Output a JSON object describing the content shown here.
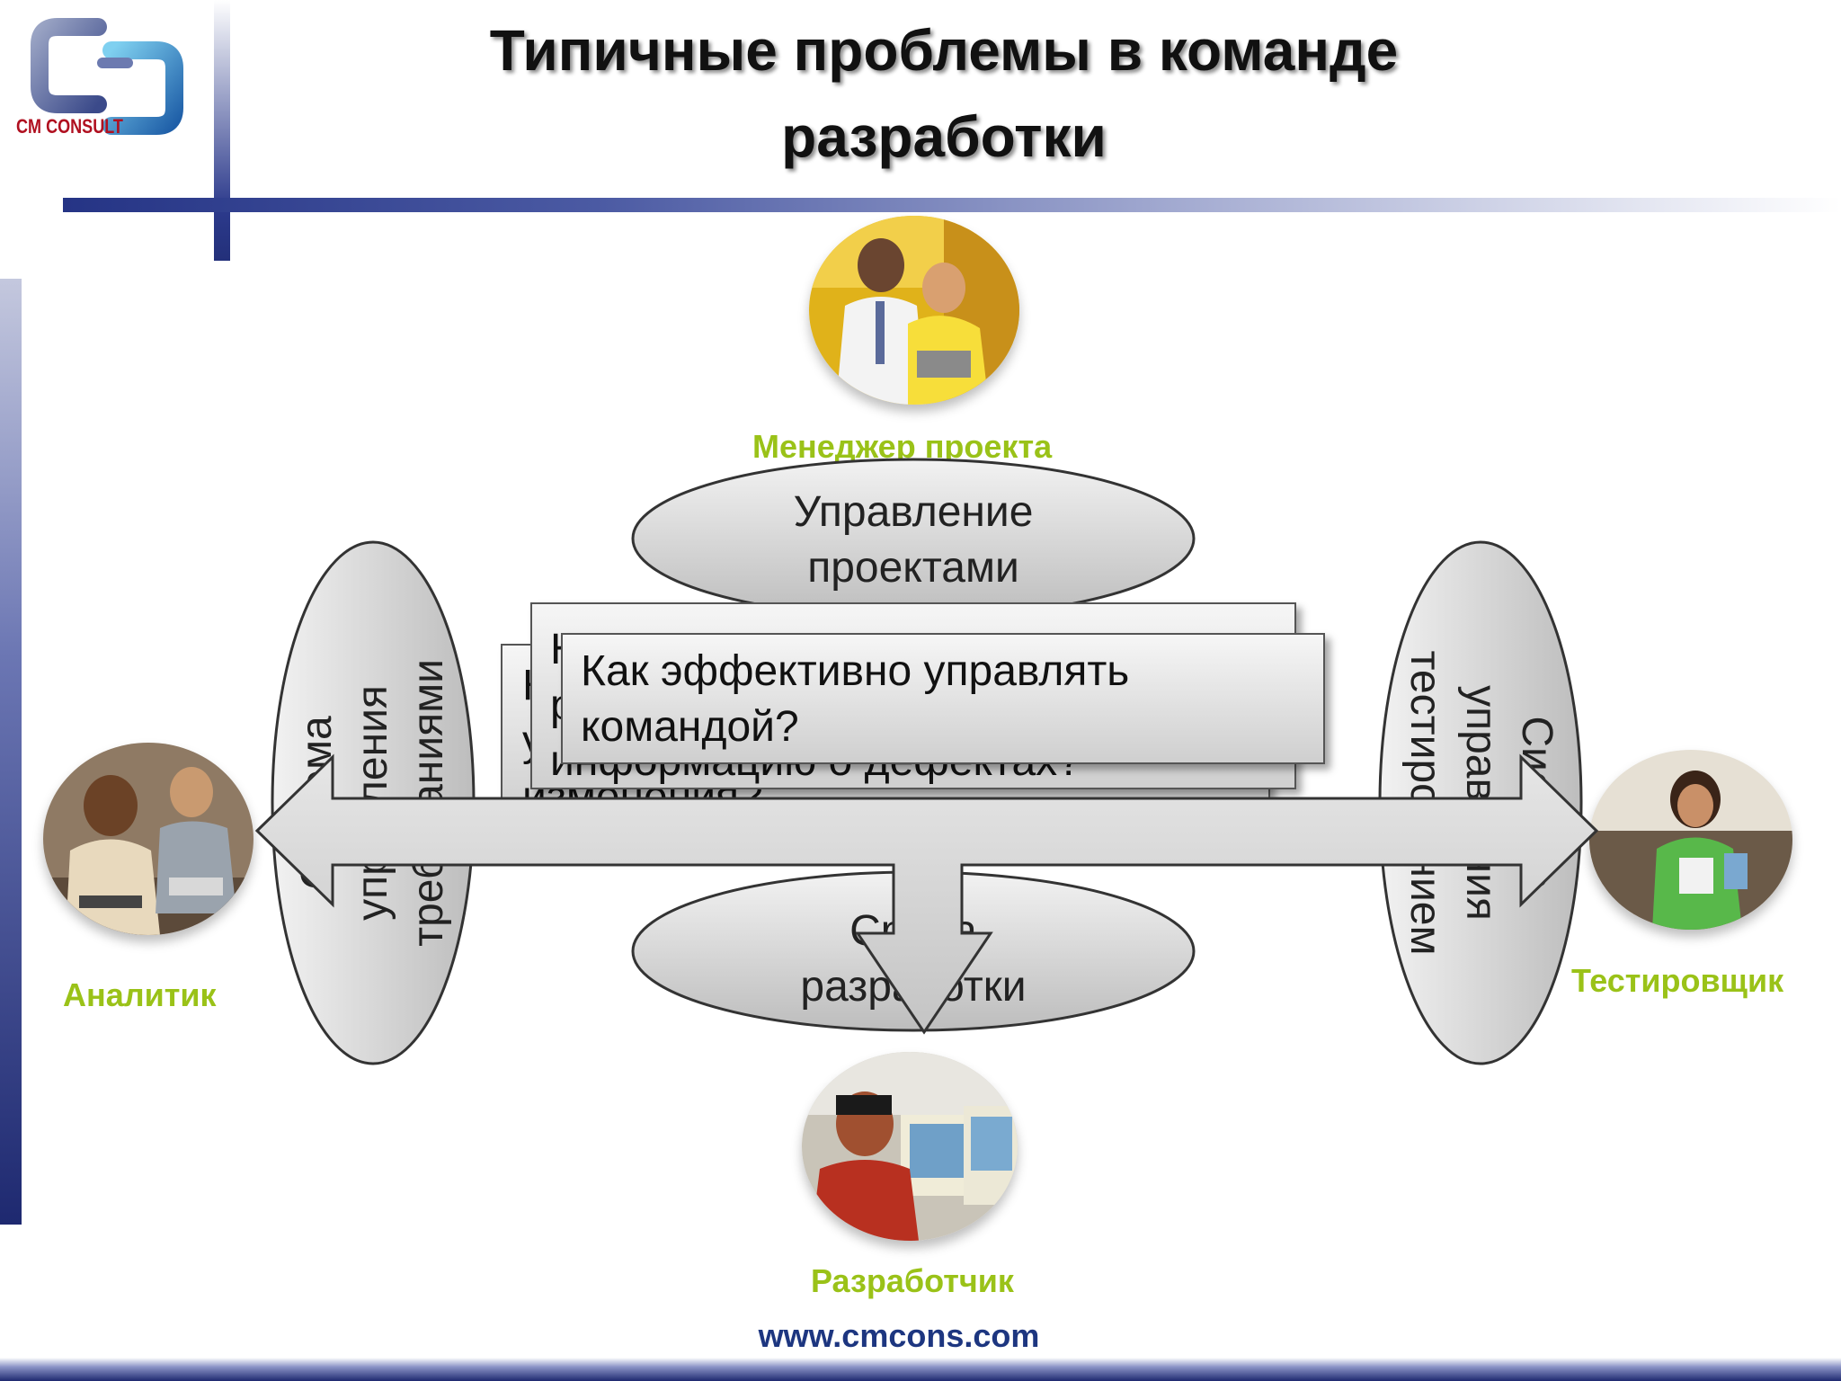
{
  "header": {
    "title_line1": "Типичные проблемы в команде",
    "title_line2": "разработки",
    "logo_text": "CM CONSULT"
  },
  "roles": {
    "manager": "Менеджер проекта",
    "analyst": "Аналитик",
    "tester": "Тестировщик",
    "developer": "Разработчик"
  },
  "ellipses": {
    "top_line1": "Управление",
    "top_line2": "проектами",
    "bottom_line1": "Среда",
    "bottom_line2": "разработки",
    "left_line1": "Система",
    "left_line2": "управления",
    "left_line3": "требованиями",
    "right_line1": "Система",
    "right_line2": "управления",
    "right_line3": "тестированием"
  },
  "questions": {
    "front_line1": "Как эффективно управлять",
    "front_line2": "командой?",
    "middle_line1": "Н",
    "middle_line2": "р",
    "middle_line3": "информацию о дефектах?",
    "back_line1": "К",
    "back_line2": "у",
    "back_line3": "изменения?"
  },
  "footer": {
    "url": "www.cmcons.com"
  },
  "colors": {
    "role_green": "#9ac218",
    "url_blue": "#1d3680",
    "accent_navy": "#23307a",
    "shape_gray": "#d6d6d6"
  }
}
